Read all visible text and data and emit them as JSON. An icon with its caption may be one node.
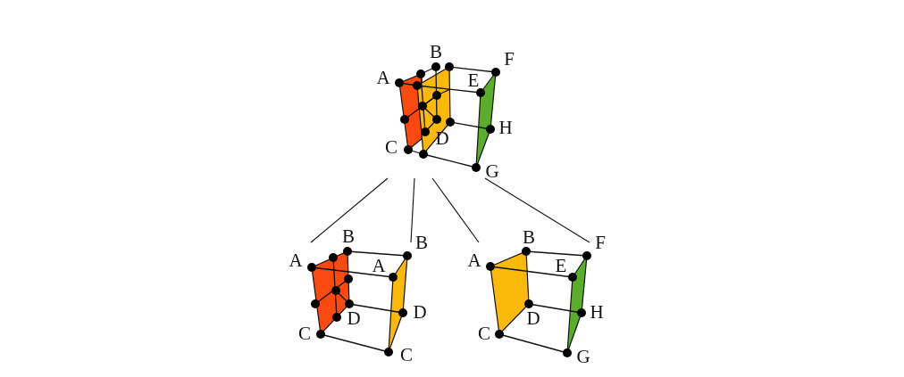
{
  "diagram": {
    "nodes": [
      {
        "text": [],
        "shape": "picture"
      },
      {
        "text": [],
        "shape": "picture"
      },
      {
        "text": [],
        "shape": "picture"
      }
    ],
    "edges": [
      {
        "from": 0,
        "to": 1,
        "arrow": "none"
      },
      {
        "from": 0,
        "to": 1,
        "arrow": "none"
      },
      {
        "from": 0,
        "to": 2,
        "arrow": "none"
      },
      {
        "from": 0,
        "to": 2,
        "arrow": "none"
      }
    ],
    "labels": [
      "B",
      "F",
      "A",
      "E",
      "H",
      "D",
      "C",
      "G",
      "B",
      "B",
      "A",
      "A",
      "D",
      "D",
      "C",
      "C",
      "B",
      "F",
      "A",
      "E",
      "H",
      "D",
      "C",
      "G"
    ]
  }
}
